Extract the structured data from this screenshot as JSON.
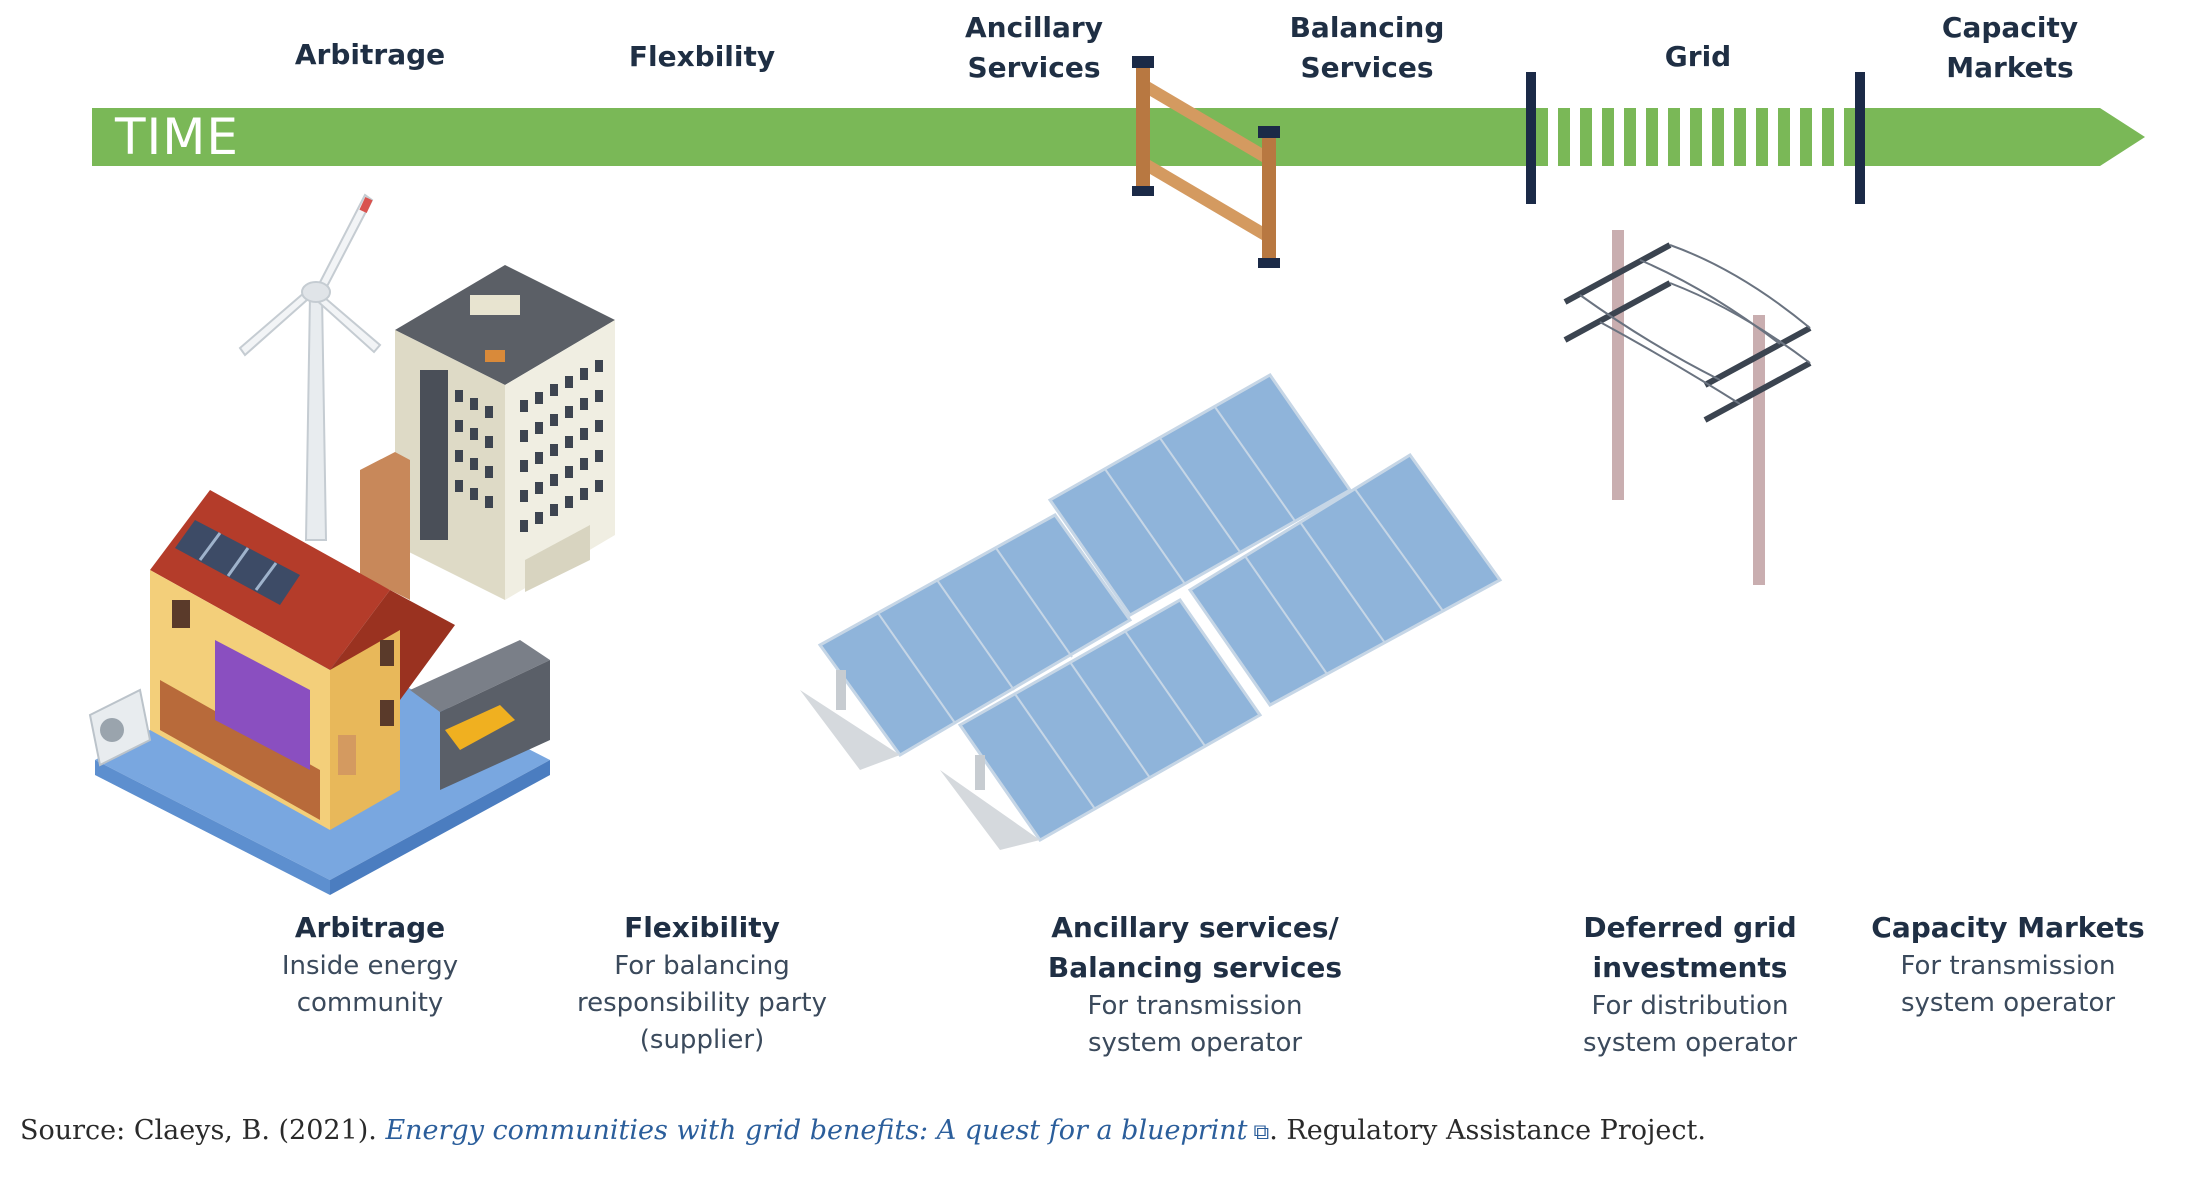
{
  "timeline": {
    "label": "TIME",
    "top_labels": [
      {
        "id": "arbitrage",
        "text": "Arbitrage"
      },
      {
        "id": "flexibility",
        "text": "Flexbility"
      },
      {
        "id": "ancillary",
        "text": "Ancillary\nServices"
      },
      {
        "id": "balancing",
        "text": "Balancing\nServices"
      },
      {
        "id": "grid",
        "text": "Grid"
      },
      {
        "id": "capacity",
        "text": "Capacity\nMarkets"
      }
    ]
  },
  "descriptions": [
    {
      "title": "Arbitrage",
      "subtitle": "Inside energy\ncommunity"
    },
    {
      "title": "Flexibility",
      "subtitle": "For balancing\nresponsibility party\n(supplier)"
    },
    {
      "title": "Ancillary services/\nBalancing services",
      "subtitle": "For transmission\nsystem operator"
    },
    {
      "title": "Deferred grid\ninvestments",
      "subtitle": "For distribution\nsystem operator"
    },
    {
      "title": "Capacity Markets",
      "subtitle": "For transmission\nsystem operator"
    }
  ],
  "source": {
    "prefix": "Source: Claeys, B. (2021). ",
    "link_text": "Energy communities with grid benefits: A quest for a blueprint",
    "link_icon": "external-link-icon",
    "suffix": ". Regulatory Assistance Project."
  },
  "colors": {
    "timeline_green": "#7ab857",
    "marker_navy": "#1b2a47",
    "fence_brown": "#c98a4f",
    "panel_blue": "#8db3d9",
    "roof_red": "#b43c2a"
  },
  "icons": [
    "wind-turbine-icon",
    "house-icon",
    "office-building-icon",
    "fence-icon",
    "solar-panel-icon",
    "power-pole-icon"
  ]
}
